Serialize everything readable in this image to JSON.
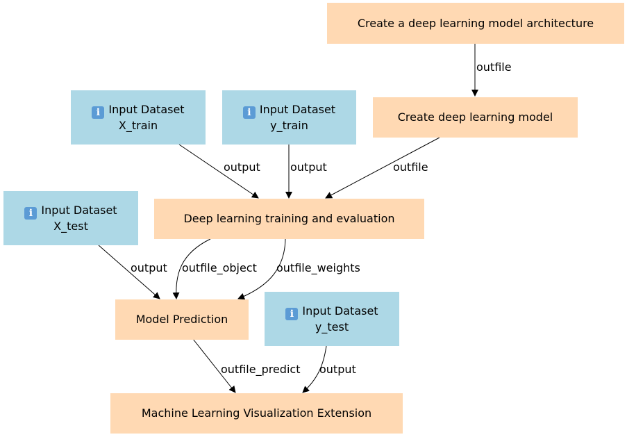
{
  "nodes": {
    "arch": {
      "label": "Create a deep learning model architecture"
    },
    "create_model": {
      "label": "Create deep learning model"
    },
    "x_train": {
      "title": "Input Dataset",
      "name": "X_train"
    },
    "y_train": {
      "title": "Input Dataset",
      "name": "y_train"
    },
    "train_eval": {
      "label": "Deep learning training and evaluation"
    },
    "x_test": {
      "title": "Input Dataset",
      "name": "X_test"
    },
    "predict": {
      "label": "Model Prediction"
    },
    "y_test": {
      "title": "Input Dataset",
      "name": "y_test"
    },
    "viz": {
      "label": "Machine Learning Visualization Extension"
    }
  },
  "edges": [
    {
      "from": "arch",
      "to": "create_model",
      "label": "outfile"
    },
    {
      "from": "x_train",
      "to": "train_eval",
      "label": "output"
    },
    {
      "from": "y_train",
      "to": "train_eval",
      "label": "output"
    },
    {
      "from": "create_model",
      "to": "train_eval",
      "label": "outfile"
    },
    {
      "from": "x_test",
      "to": "predict",
      "label": "output"
    },
    {
      "from": "train_eval",
      "to": "predict",
      "label": "outfile_object"
    },
    {
      "from": "train_eval",
      "to": "predict",
      "label": "outfile_weights"
    },
    {
      "from": "predict",
      "to": "viz",
      "label": "outfile_predict"
    },
    {
      "from": "y_test",
      "to": "viz",
      "label": "output"
    }
  ],
  "colors": {
    "tool_fill": "#ffd9b3",
    "input_fill": "#add8e6",
    "edge": "#000000"
  },
  "icons": {
    "input": "info-icon"
  }
}
